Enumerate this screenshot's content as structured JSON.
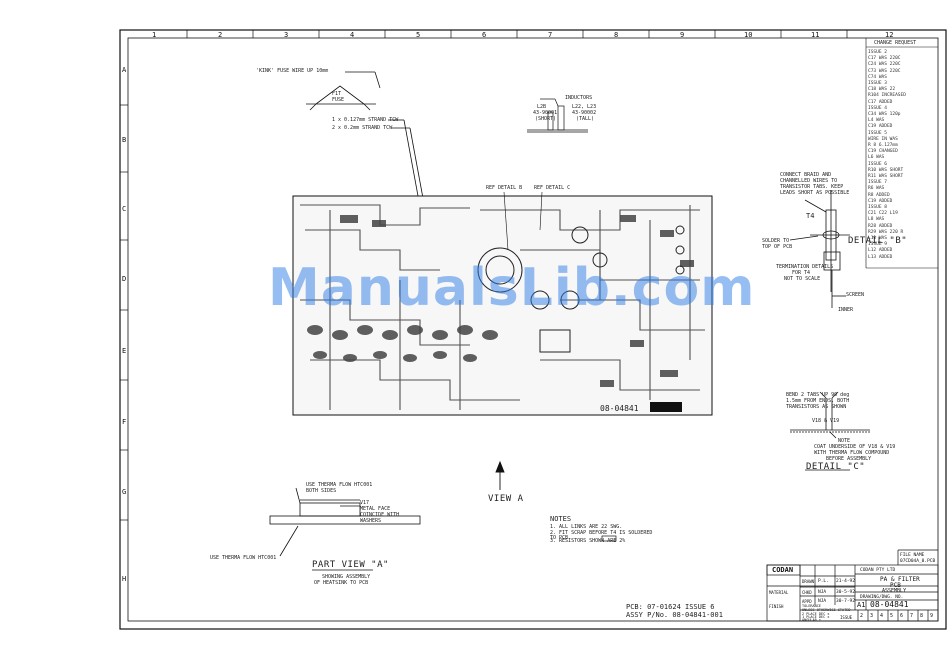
{
  "watermark": "ManualsLib.com",
  "columns": [
    "1",
    "2",
    "3",
    "4",
    "5",
    "6",
    "7",
    "8",
    "9",
    "10",
    "11",
    "12"
  ],
  "rows": [
    "A",
    "B",
    "C",
    "D",
    "E",
    "F",
    "G",
    "H"
  ],
  "change_request": {
    "header": "CHANGE REQUEST",
    "items": [
      "ISSUE 2",
      "C17 WAS 220C",
      "C24 WAS 220C",
      "C73 WAS 220C",
      "C74 WAS",
      "ISSUE 3",
      "C18 WAS 22",
      "R104 INCREASED",
      "C17 ADDED",
      "ISSUE 4",
      "C34 WAS 120p",
      "L4 WAS",
      "C19 ADDED",
      "ISSUE 5",
      "WIRE IN WAS",
      "R 8 6.127mm",
      "C19 CHANGED",
      "L6 WAS",
      "ISSUE 6",
      "R10 WAS SHORT",
      "R11 WAS SHORT",
      "ISSUE 7",
      "R6 WAS",
      "R8 ADDED",
      "C19 ADDED",
      "ISSUE 8",
      "C21 C22 L19",
      "L8 WAS",
      "R28 ADDED",
      "R29 WAS 220 R",
      "L11 WAS",
      "ISSUE 9",
      "L12 ADDED",
      "L13 ADDED"
    ]
  },
  "fuse_note": "'KINK' FUSE WIRE UP 10mm",
  "fuse_label": "F1T",
  "fuse_sub": "FUSE",
  "strand_1": "1 x 0.127mm STRAND TCW",
  "strand_2": "2 x 0.2mm STRAND TCW",
  "inductors": {
    "title": "INDUCTORS",
    "left_label": "L2B",
    "left_part": "43-90001",
    "left_size": "(SHORT)",
    "right_label": "L22, L23",
    "right_part": "43-90002",
    "right_size": "(TALL)"
  },
  "ref_detail_b": "REF DETAIL B",
  "ref_detail_c": "REF DETAIL C",
  "detail_b": {
    "note": [
      "CONNECT BRAID AND",
      "CHANNELLED WIRES TO",
      "TRANSISTOR TABS. KEEP",
      "LEADS SHORT AS POSSIBLE"
    ],
    "t4": "T4",
    "solder": [
      "SOLDER TO",
      "TOP OF PCB"
    ],
    "termination": [
      "TERMINATION DETAILS",
      "FOR T4",
      "NOT TO SCALE"
    ],
    "screen": "SCREEN",
    "inner": "INNER",
    "title": "DETAIL \"B\""
  },
  "detail_c": {
    "note": [
      "BEND 2 TABS UP 90 deg",
      "1.5mm FROM ENDS, BOTH",
      "TRANSISTORS AS SHOWN"
    ],
    "v": "V18 & V19",
    "note2": [
      "NOTE",
      "COAT UNDERSIDE OF V18 & V19",
      "WITH THERMA FLOW COMPOUND",
      "BEFORE ASSEMBLY"
    ],
    "title": "DETAIL \"C\""
  },
  "pcb_number": "08-04841",
  "view_a": "VIEW A",
  "part_view": {
    "note1": [
      "USE THERMA FLOW HTC001",
      "BOTH SIDES"
    ],
    "v17": [
      "V17",
      "METAL FACE",
      "COINCIDE WITH",
      "WASHERS"
    ],
    "note2": "USE THERMA FLOW HTC001",
    "title": "PART VIEW \"A\"",
    "sub": [
      "SHOWING ASSEMBLY",
      "OF HEATSINK TO PCB"
    ]
  },
  "notes": {
    "title": "NOTES",
    "lines": [
      "1. ALL LINKS ARE 22 SWG.",
      "2. FIT SCRAP BEFORE T4 IS SOLDERED",
      "   TO PCB",
      "3. RESISTORS SHOWN         ARE 2%"
    ]
  },
  "pcb_ref": "PCB: 07-01624 ISSUE 6",
  "assy_ref": "ASSY P/No. 08-04841-001",
  "title_block": {
    "brand": "CODAN",
    "company": "CODAN PTY LTD",
    "title1": "PA & FILTER",
    "title2": "PCB",
    "title3": "ASSEMBLY",
    "size": "A1",
    "drawing_no": "08-04841",
    "file_name": "FILE NAME",
    "file_value": "07CD04A_0.PCB",
    "dwg_no_label": "DRAWING/DWG. NO.",
    "rows": [
      {
        "role": "DRAWN",
        "name": "P.L.",
        "date": "21-4-92"
      },
      {
        "role": "CHKD",
        "name": "NJA",
        "date": "30-5-92"
      },
      {
        "role": "APPD",
        "name": "NJA",
        "date": "30-7-92"
      }
    ],
    "tolerance": [
      "TOLERANCE",
      "UNLESS OTHERWISE STATED",
      "2 PLACE DEC ±",
      "1 PLACE DEC ±",
      "ANGULAR ±"
    ],
    "material": "MATERIAL",
    "finish": "FINISH",
    "issue": "ISSUE",
    "issue_cells": [
      "2",
      "3",
      "4",
      "5",
      "6",
      "7",
      "8",
      "9"
    ]
  }
}
